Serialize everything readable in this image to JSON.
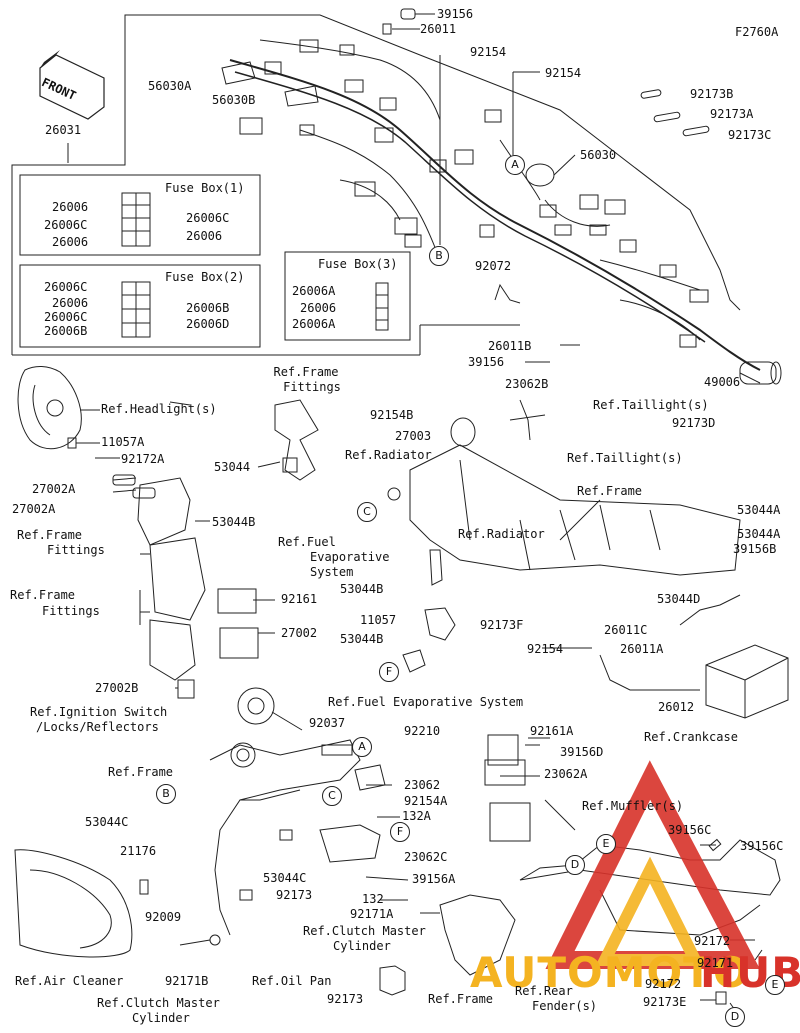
{
  "figure_code": "F2760A",
  "front_label": "FRONT",
  "fuse_boxes": {
    "box1_title": "Fuse Box(1)",
    "box2_title": "Fuse Box(2)",
    "box3_title": "Fuse Box(3)"
  },
  "callouts": {
    "A": "A",
    "B": "B",
    "C": "C",
    "D": "D",
    "E": "E",
    "F": "F"
  },
  "parts": {
    "p39156_top": "39156",
    "p26011_top": "26011",
    "p92154_a": "92154",
    "p92154_b": "92154",
    "p56030A": "56030A",
    "p56030B": "56030B",
    "p26031": "26031",
    "p92173B": "92173B",
    "p92173A": "92173A",
    "p92173C": "92173C",
    "p56030": "56030",
    "p92072": "92072",
    "fb1_l1": "26006",
    "fb1_l2": "26006C",
    "fb1_l3": "26006",
    "fb1_r1": "26006C",
    "fb1_r2": "26006",
    "fb2_l1": "26006C",
    "fb2_l2": "26006",
    "fb2_l3": "26006C",
    "fb2_l4": "26006B",
    "fb2_r1": "26006B",
    "fb2_r2": "26006D",
    "fb3_1": "26006A",
    "fb3_2": "26006",
    "fb3_3": "26006A",
    "p26011B": "26011B",
    "p39156_mid": "39156",
    "p49006": "49006",
    "ref_headlight": "Ref.Headlight(s)",
    "p11057A": "11057A",
    "p92172A": "92172A",
    "ref_frame_fittings_top_1": "Ref.Frame",
    "ref_frame_fittings_top_2": "Fittings",
    "p53044_top": "53044",
    "p23062B": "23062B",
    "p92154B": "92154B",
    "p27003": "27003",
    "ref_radiator_1": "Ref.Radiator",
    "ref_radiator_2": "Ref.Radiator",
    "ref_taillight_1": "Ref.Taillight(s)",
    "p92173D": "92173D",
    "ref_taillight_2": "Ref.Taillight(s)",
    "p27002A_1": "27002A",
    "p27002A_2": "27002A",
    "p53044B_1": "53044B",
    "ref_frame_fittings_l1_1": "Ref.Frame",
    "ref_frame_fittings_l1_2": "Fittings",
    "ref_fuel_evap_1": "Ref.Fuel",
    "ref_fuel_evap_2": "Evaporative",
    "ref_fuel_evap_3": "System",
    "ref_frame_mid": "Ref.Frame",
    "p53044A_1": "53044A",
    "p53044A_2": "53044A",
    "p39156B": "39156B",
    "p53044B_2": "53044B",
    "ref_frame_fittings_l2_1": "Ref.Frame",
    "ref_frame_fittings_l2_2": "Fittings",
    "p92161": "92161",
    "p53044D": "53044D",
    "p11057": "11057",
    "p53044B_3": "53044B",
    "p92173F": "92173F",
    "p27002": "27002",
    "p26011C": "26011C",
    "p92154_c": "92154",
    "p26011A": "26011A",
    "p27002B": "27002B",
    "ref_fuel_evap_sys": "Ref.Fuel Evaporative System",
    "ref_ignition_1": "Ref.Ignition Switch",
    "ref_ignition_2": "/Locks/Reflectors",
    "p92037": "92037",
    "p26012": "26012",
    "p92161A": "92161A",
    "ref_crankcase": "Ref.Crankcase",
    "p92210": "92210",
    "ref_frame_lower": "Ref.Frame",
    "p39156D": "39156D",
    "p23062": "23062",
    "p23062A": "23062A",
    "p92154A": "92154A",
    "ref_muffler": "Ref.Muffler(s)",
    "p53044C_1": "53044C",
    "p132A": "132A",
    "p39156C_1": "39156C",
    "p39156C_2": "39156C",
    "p23062C": "23062C",
    "p21176": "21176",
    "p53044C_2": "53044C",
    "p39156A": "39156A",
    "p92173": "92173",
    "p132": "132",
    "p92009": "92009",
    "p92171A": "92171A",
    "ref_clutch_1_1": "Ref.Clutch Master",
    "ref_clutch_1_2": "Cylinder",
    "p92172": "92172",
    "p92171": "92171",
    "ref_air_cleaner": "Ref.Air Cleaner",
    "p92171B": "92171B",
    "ref_oil_pan": "Ref.Oil Pan",
    "ref_rear_fender_1": "Ref.Rear",
    "ref_rear_fender_2": "Fender(s)",
    "p92172_b": "92172",
    "ref_clutch_2_1": "Ref.Clutch Master",
    "ref_clutch_2_2": "Cylinder",
    "p92173_b": "92173",
    "ref_frame_bottom": "Ref.Frame",
    "p92173E": "92173E"
  },
  "watermark": {
    "brand_part1": "AUTOMOTO",
    "brand_part2": "HUB",
    "color_red": "#d8322a",
    "color_yellow": "#f4b321"
  }
}
